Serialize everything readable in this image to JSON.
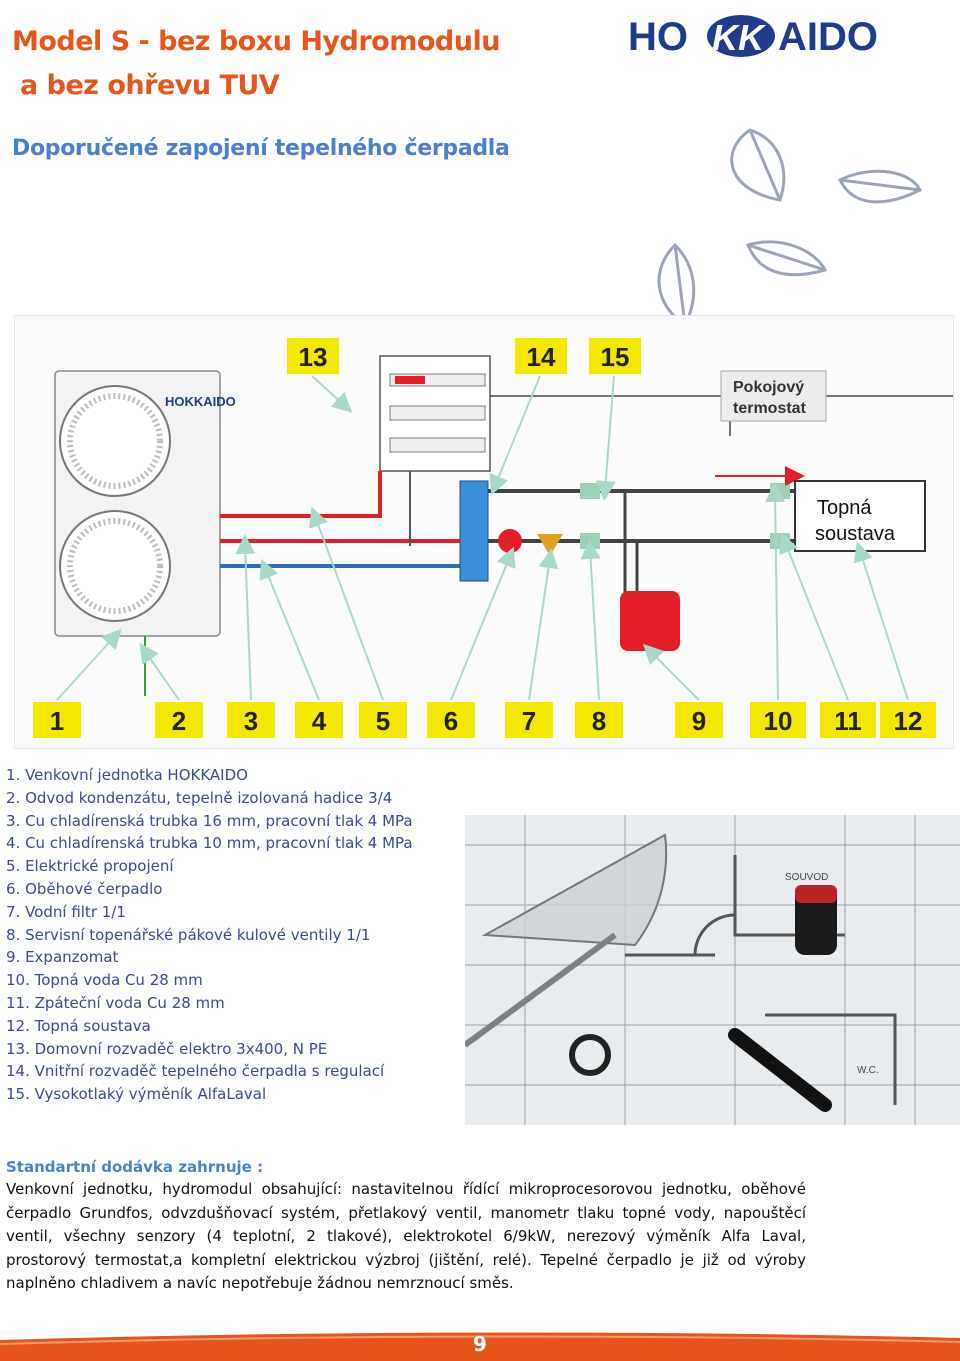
{
  "header": {
    "title_line1": "Model S - bez boxu Hydromodulu",
    "title_line2": "a bez ohřevu TUV",
    "subtitle": "Doporučené zapojení tepelného čerpadla",
    "logo": "HOKKAIDO"
  },
  "diagram": {
    "unit_logo": "HOKKAIDO",
    "room_thermostat": [
      "Pokojový",
      "termostat"
    ],
    "heating_system": [
      "Topná",
      "soustava"
    ],
    "top_labels": [
      "13",
      "14",
      "15"
    ],
    "bottom_labels": [
      "1",
      "2",
      "3",
      "4",
      "5",
      "6",
      "7",
      "8",
      "9",
      "10",
      "11",
      "12"
    ],
    "colors": {
      "hot": "#e41e26",
      "cold": "#2c6cb0",
      "label_bg": "#f5e800",
      "arrow": "#a8d8c8",
      "pipe": "#1a1a1a"
    }
  },
  "legend": [
    {
      "num": "1.",
      "text": "Venkovní jednotka HOKKAIDO"
    },
    {
      "num": "2.",
      "text": "Odvod kondenzátu, tepelně izolovaná hadice 3/4"
    },
    {
      "num": "3.",
      "text": "Cu chladírenská trubka 16 mm, pracovní tlak 4 MPa"
    },
    {
      "num": "4.",
      "text": "Cu chladírenská trubka 10 mm, pracovní tlak 4 MPa"
    },
    {
      "num": "5.",
      "text": "Elektrické propojení"
    },
    {
      "num": "6.",
      "text": "Oběhové čerpadlo"
    },
    {
      "num": "7.",
      "text": "Vodní filtr 1/1"
    },
    {
      "num": "8.",
      "text": "Servisní topenářské pákové kulové ventily 1/1"
    },
    {
      "num": "9.",
      "text": "Expanzomat"
    },
    {
      "num": "10.",
      "text": "Topná voda Cu 28 mm"
    },
    {
      "num": "11.",
      "text": "Zpáteční voda Cu 28 mm"
    },
    {
      "num": "12.",
      "text": "Topná soustava"
    },
    {
      "num": "13.",
      "text": "Domovní rozvaděč elektro 3x400, N PE"
    },
    {
      "num": "14.",
      "text": "Vnitřní rozvaděč tepelného čerpadla s regulací"
    },
    {
      "num": "15.",
      "text": "Vysokotlaký výměník AlfaLaval"
    }
  ],
  "standard_delivery": {
    "heading": "Standartní dodávka zahrnuje :",
    "text": "Venkovní jednotku, hydromodul obsahující: nastavitelnou řídící mikroprocesorovou jednotku, oběhové čerpadlo Grundfos, odvzdušňovací systém, přetlakový ventil, manometr tlaku topné vody, napouštěcí ventil, všechny senzory (4 teplotní, 2 tlakové), elektrokotel 6/9kW, nerezový výměník Alfa Laval, prostorový termostat,a kompletní elektrickou výzbroj (jištění, relé). Tepelné čerpadlo je již od výroby naplněno chladivem a navíc nepotřebuje žádnou nemrznoucí směs."
  },
  "photo_labels": [
    "SOUVOD",
    "W.C."
  ],
  "footer": {
    "page_number": "9",
    "color": "#e8551c"
  }
}
